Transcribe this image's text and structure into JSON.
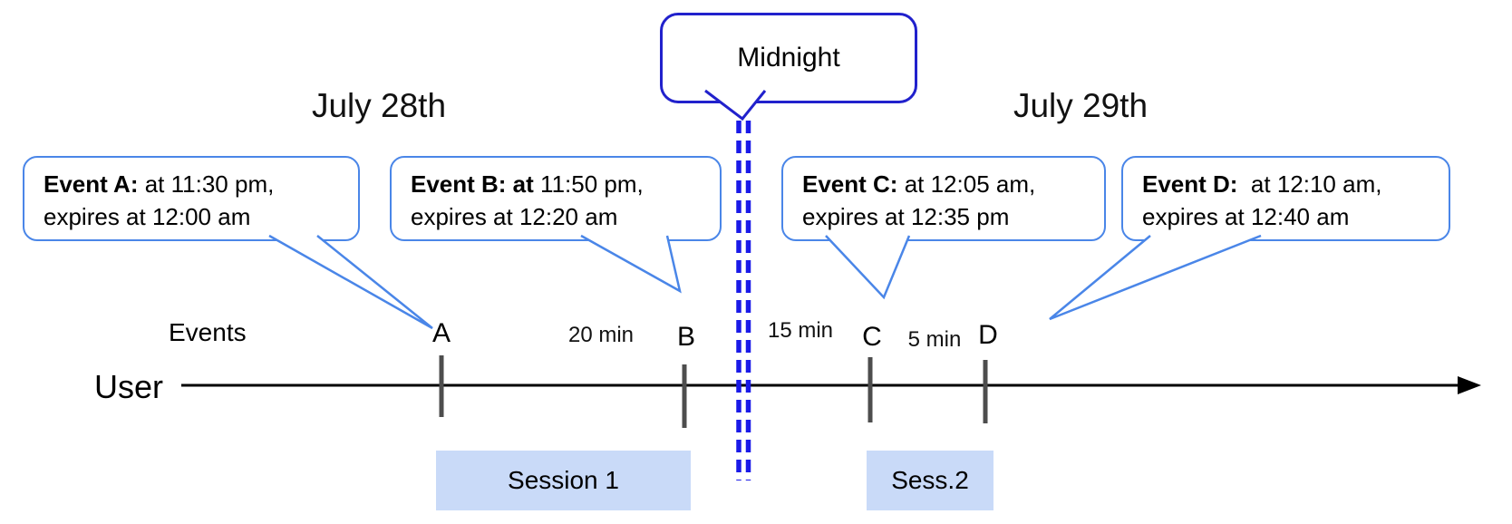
{
  "dates": {
    "left": "July 28th",
    "right": "July 29th"
  },
  "midnight": {
    "label": "Midnight"
  },
  "axis": {
    "user_label": "User",
    "events_label": "Events"
  },
  "events": [
    {
      "tick": "A",
      "bold": "Event A:",
      "rest": " at 11:30 pm,",
      "line2": "expires at 12:00 am"
    },
    {
      "tick": "B",
      "bold": "Event B: at",
      "rest": " 11:50 pm,",
      "line2": "expires at 12:20 am"
    },
    {
      "tick": "C",
      "bold": "Event C:",
      "rest": " at 12:05 am,",
      "line2": "expires at 12:35 pm"
    },
    {
      "tick": "D",
      "bold": "Event D:",
      "rest": "  at 12:10 am,",
      "line2": "expires at 12:40 am"
    }
  ],
  "durations": [
    "20 min",
    "15 min",
    "5 min"
  ],
  "sessions": [
    {
      "label": "Session 1"
    },
    {
      "label": "Sess.2"
    }
  ],
  "colors": {
    "event_callout_border": "#4a86e8",
    "midnight_callout_border": "#2121cc",
    "midnight_dash_blue": "#1a1ae8",
    "session_fill": "#c9daf8",
    "tick_gray": "#4d4d4d",
    "timeline_black": "#000000"
  }
}
